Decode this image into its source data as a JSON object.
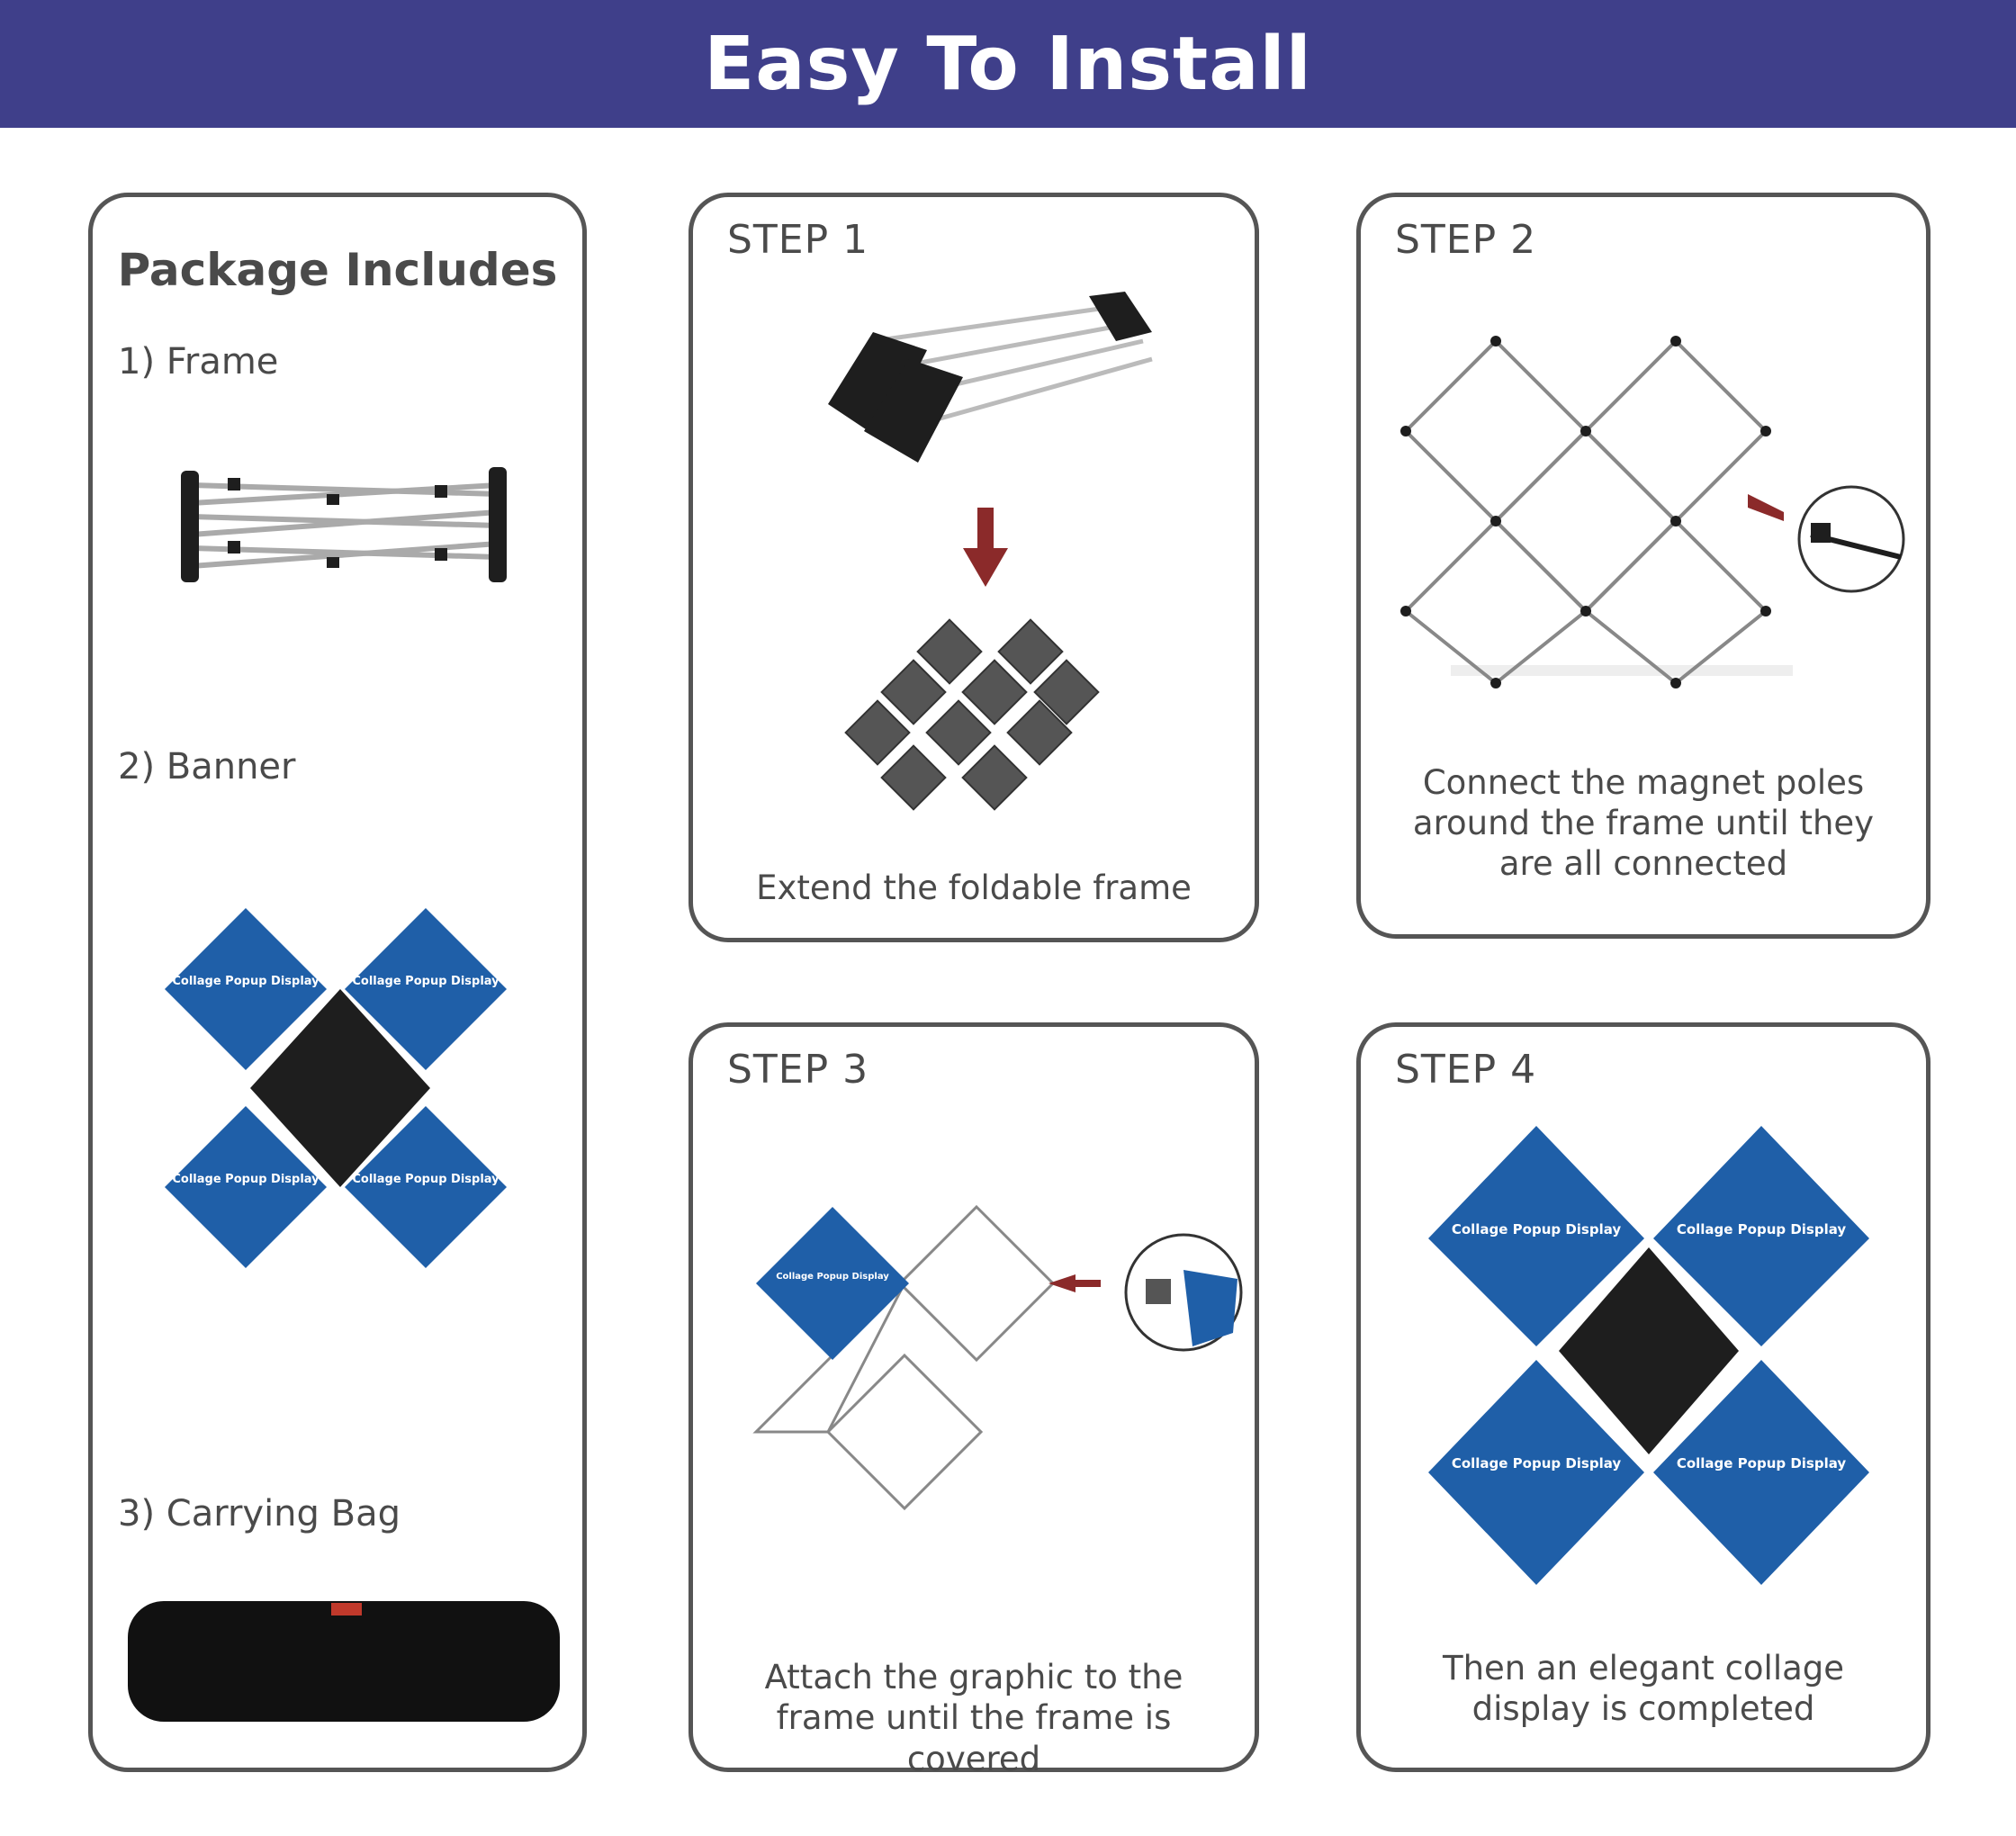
{
  "header": {
    "title": "Easy To Install",
    "background": "#3f3f8a"
  },
  "package": {
    "title": "Package Includes",
    "items": [
      {
        "label": "1) Frame",
        "image": "folded-frame-illustration"
      },
      {
        "label": "2) Banner",
        "image": "banner-collage-illustration"
      },
      {
        "label": "3) Carrying Bag",
        "image": "carrying-bag-illustration"
      }
    ]
  },
  "steps": [
    {
      "title": "STEP 1",
      "caption": "Extend the foldable frame",
      "image": "collapsed-to-extended-frame"
    },
    {
      "title": "STEP 2",
      "caption_lines": [
        "Connect the magnet poles",
        "around the frame until they",
        "are all connected"
      ],
      "image": "extended-frame-with-magnet-detail"
    },
    {
      "title": "STEP 3",
      "caption_lines": [
        "Attach the graphic to the",
        "frame until the frame is covered"
      ],
      "image": "frame-with-one-graphic-attached"
    },
    {
      "title": "STEP 4",
      "caption_lines": [
        "Then an elegant collage",
        "display is completed"
      ],
      "image": "completed-collage-display"
    }
  ],
  "banner_text": "Collage Popup Display",
  "colors": {
    "border": "#555555",
    "text": "#4a4a4a",
    "banner_blue": "#1f5fa8",
    "arrow_red": "#8b2a2a",
    "frame_dark": "#1e1e1e"
  }
}
